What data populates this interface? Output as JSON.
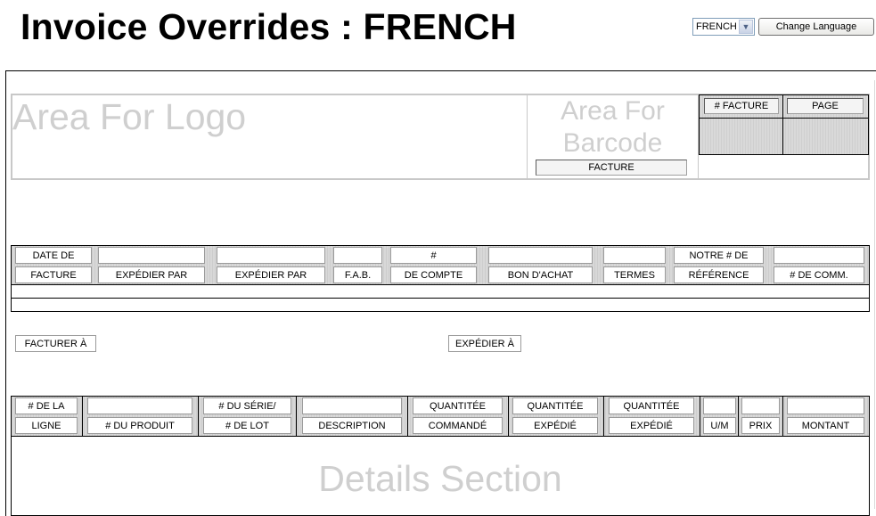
{
  "header": {
    "title": "Invoice Overrides : FRENCH",
    "language_select": {
      "value": "FRENCH",
      "icon": "chevron-down-icon"
    },
    "change_language_label": "Change Language"
  },
  "logo_area": {
    "placeholder": "Area For Logo"
  },
  "barcode_area": {
    "placeholder_line1": "Area For",
    "placeholder_line2": "Barcode",
    "label": "FACTURE"
  },
  "invoice_grid": {
    "invoice_number_label": "# FACTURE",
    "page_label": "PAGE"
  },
  "order_header": {
    "columns": [
      {
        "top": "DATE DE",
        "bottom": "FACTURE"
      },
      {
        "top": "",
        "bottom": "EXPÉDIER PAR"
      },
      {
        "top": "",
        "bottom": "EXPÉDIER PAR"
      },
      {
        "top": "",
        "bottom": "F.A.B."
      },
      {
        "top": "#",
        "bottom": "DE COMPTE"
      },
      {
        "top": "",
        "bottom": "BON D'ACHAT"
      },
      {
        "top": "",
        "bottom": "TERMES"
      },
      {
        "top": "NOTRE # DE",
        "bottom": "RÉFÉRENCE"
      },
      {
        "top": "",
        "bottom": "# DE COMM."
      }
    ]
  },
  "addresses": {
    "bill_to_label": "FACTURER À",
    "ship_to_label": "EXPÉDIER À"
  },
  "details_header": {
    "columns": [
      {
        "top": "# DE LA",
        "bottom": "LIGNE"
      },
      {
        "top": "",
        "bottom": "# DU PRODUIT"
      },
      {
        "top": "# DU SÉRIE/",
        "bottom": "# DE LOT"
      },
      {
        "top": "",
        "bottom": "DESCRIPTION"
      },
      {
        "top": "QUANTITÉE",
        "bottom": "COMMANDÉ"
      },
      {
        "top": "QUANTITÉE",
        "bottom": "EXPÉDIÉ"
      },
      {
        "top": "QUANTITÉE",
        "bottom": "EXPÉDIÉ"
      },
      {
        "top": "",
        "bottom": "U/M"
      },
      {
        "top": "",
        "bottom": "PRIX"
      },
      {
        "top": "",
        "bottom": "MONTANT"
      }
    ]
  },
  "details_section": {
    "placeholder": "Details Section"
  }
}
